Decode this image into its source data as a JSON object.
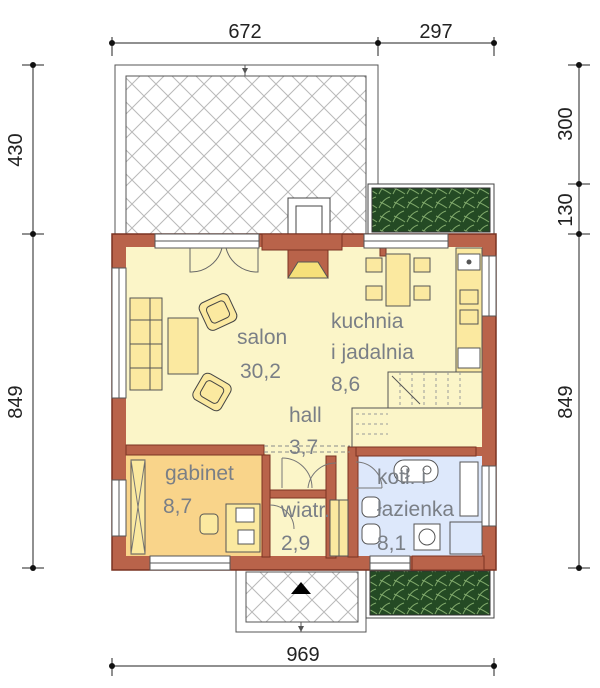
{
  "dimensions": {
    "top_left": "672",
    "top_right": "297",
    "bottom": "969",
    "left_top": "430",
    "left_bottom": "849",
    "right_top": "300",
    "right_mid": "130",
    "right_bottom": "849"
  },
  "rooms": {
    "salon": {
      "name": "salon",
      "area": "30,2"
    },
    "kitchen": {
      "name_line1": "kuchnia",
      "name_line2": "i jadalnia",
      "area": "8,6"
    },
    "hall": {
      "name": "hall",
      "area": "3,7"
    },
    "office": {
      "name": "gabinet",
      "area": "8,7"
    },
    "vestibule": {
      "name": "wiatr.",
      "area": "2,9"
    },
    "bathroom": {
      "name_line1": "kotł. i",
      "name_line2": "łazienka",
      "area": "8,1"
    }
  },
  "colors": {
    "wall": "#b9634a",
    "wall_stroke": "#7a3322",
    "floor_main": "#fbf5c8",
    "floor_office": "#f9d48a",
    "floor_bath": "#dde8fb",
    "furniture": "#fbe9a0",
    "plants": "#2f5a2d",
    "terrace_hatch": "#b9b9b9"
  }
}
